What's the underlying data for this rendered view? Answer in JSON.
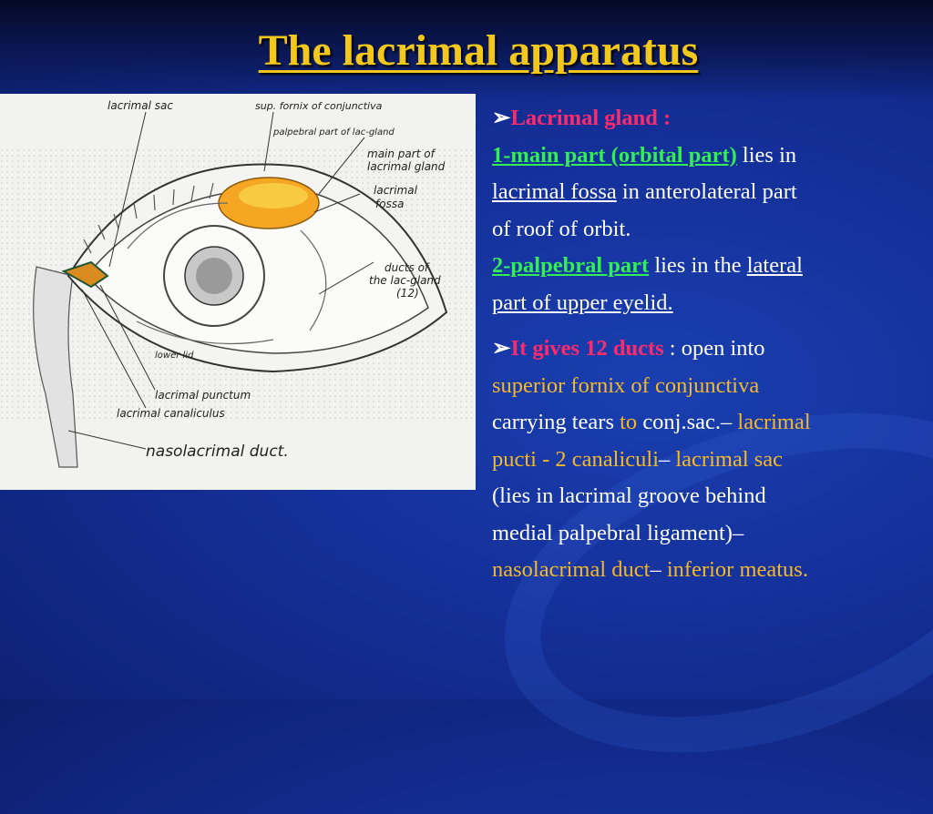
{
  "slide": {
    "title": "The lacrimal apparatus"
  },
  "figure": {
    "labels": {
      "lacrimal_sac": "lacrimal sac",
      "sup_fornix_1": "sup. fornix of conjunctiva",
      "palpebral_part": "palpebral part of lac-gland",
      "main_part_1": "main part of",
      "main_part_2": "lacrimal gland",
      "lacrimal_fossa_1": "lacrimal",
      "lacrimal_fossa_2": "fossa",
      "ducts_1": "ducts of",
      "ducts_2": "the lac-gland",
      "ducts_3": "(12)",
      "lower_lid": "lower lid",
      "punctum": "lacrimal punctum",
      "canaliculus": "lacrimal canaliculus",
      "nasolacrimal": "nasolacrimal duct."
    }
  },
  "content": {
    "bullet_glyph": "➢",
    "s1_heading": "Lacrimal gland :",
    "s1_main_green": "1-main part (orbital part)",
    "s1_main_rest": " lies in",
    "s1_fossa": "lacrimal fossa",
    "s1_fossa_rest": " in anterolateral part",
    "s1_roof": "of roof of orbit.",
    "s1_palp_green": "2-palpebral part",
    "s1_palp_rest": " lies in the ",
    "s1_lateral": "lateral",
    "s1_upper": "part of upper eyelid.",
    "s2_heading": "It gives 12 ducts",
    "s2_rest": " : open into",
    "s2_superior": "superior fornix of conjunctiva",
    "s2_carrying": "carrying tears ",
    "s2_to": "to",
    "s2_conj": " conj.sac.– ",
    "s2_lacrimal": "lacrimal",
    "s2_pucti": "pucti - 2 canaliculi",
    "s2_dash": "– ",
    "s2_sac": "lacrimal sac",
    "s2_lies": "(lies in lacrimal groove behind",
    "s2_medial": "medial palpebral ligament)–",
    "s2_naso": "nasolacrimal duct",
    "s2_dash2": "– ",
    "s2_inferior": "inferior meatus."
  },
  "colors": {
    "title": "#f2c81e",
    "heading_red": "#ff2a6a",
    "highlight_green": "#33ee55",
    "term_yellow": "#f5b82a",
    "background_blue": "#142f98"
  }
}
